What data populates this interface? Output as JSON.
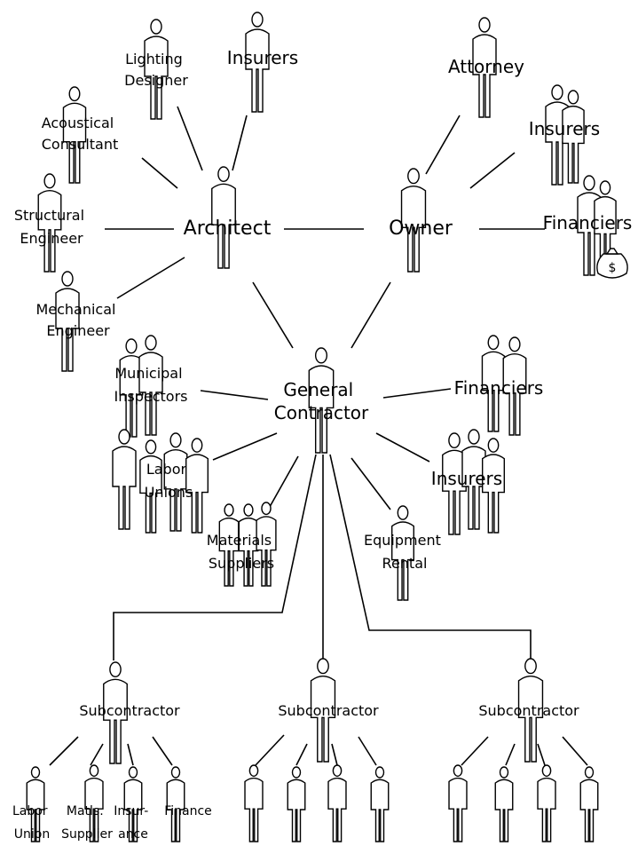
{
  "nodes": {
    "lighting_designer": [
      "Lighting",
      "Designer"
    ],
    "insurers_arch": "Insurers",
    "attorney": "Attorney",
    "acoustical_consultant": [
      "Acoustical",
      "Consultant"
    ],
    "insurers_owner": "Insurers",
    "structural_engineer": [
      "Structural",
      "Engineer"
    ],
    "architect": "Architect",
    "owner": "Owner",
    "financiers_owner": "Financiers",
    "mechanical_engineer": [
      "Mechanical",
      "Engineer"
    ],
    "municipal_inspectors": [
      "Municipal",
      "Inspectors"
    ],
    "general_contractor": [
      "General",
      "Contractor"
    ],
    "financiers_gc": "Financiers",
    "labor_unions": [
      "Labor",
      "Unions"
    ],
    "insurers_gc": "Insurers",
    "materials_suppliers": [
      "Materials",
      "Suppliers"
    ],
    "equipment_rental": [
      "Equipment",
      "Rental"
    ],
    "subcontractor_left": "Subcontractor",
    "subcontractor_mid": "Subcontractor",
    "subcontractor_right": "Subcontractor",
    "labor_union": [
      "Labor",
      "Union"
    ],
    "matls_supplier": [
      "Matls.",
      "Supplier"
    ],
    "insurance": [
      "Insur-",
      "ance"
    ],
    "finance": "Finance"
  },
  "icons": {
    "money_bag": "$"
  }
}
